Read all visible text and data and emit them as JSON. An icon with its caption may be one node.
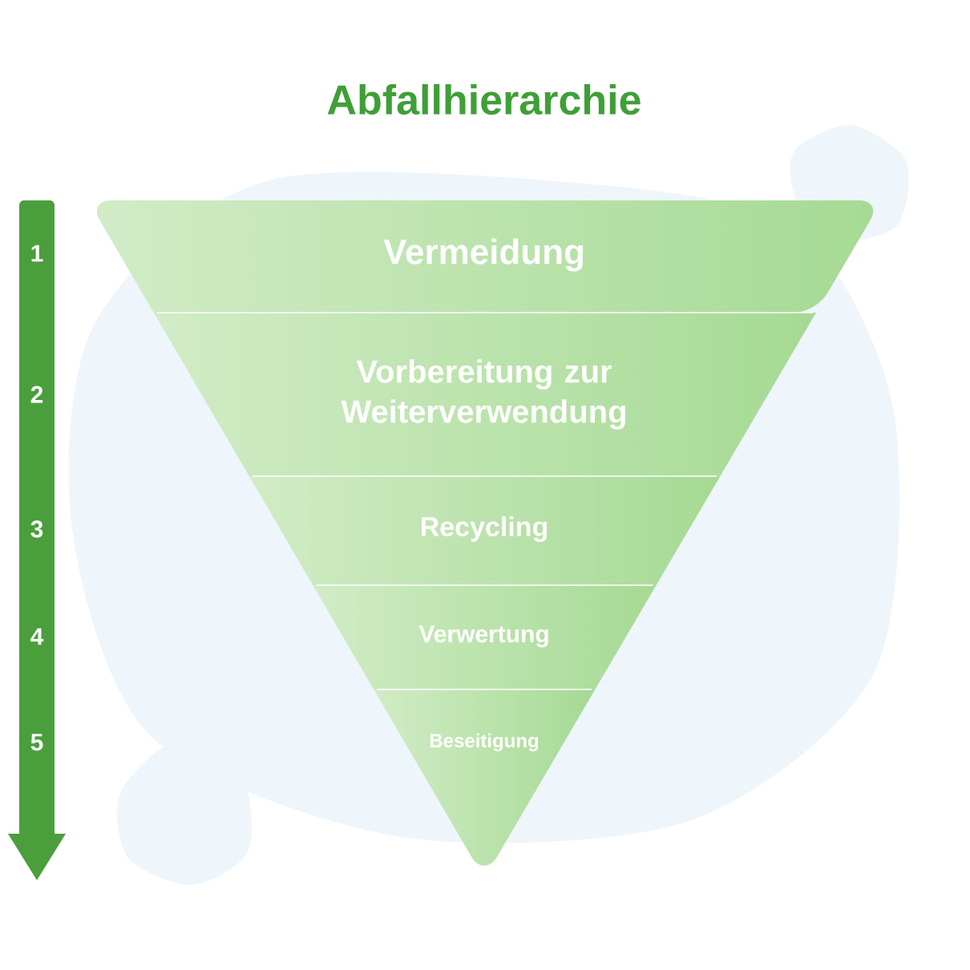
{
  "diagram": {
    "title": "Abfallhierarchie",
    "nodes": [
      {
        "text": [
          "Vermeidung"
        ]
      },
      {
        "text": [
          "Vorbereitung zur Weiterverwendung"
        ]
      },
      {
        "text": [
          "Recycling"
        ]
      },
      {
        "text": [
          "Verwertung"
        ]
      },
      {
        "text": [
          "Beseitigung"
        ]
      }
    ],
    "labels": [
      "1",
      "2",
      "3",
      "4",
      "5"
    ]
  }
}
